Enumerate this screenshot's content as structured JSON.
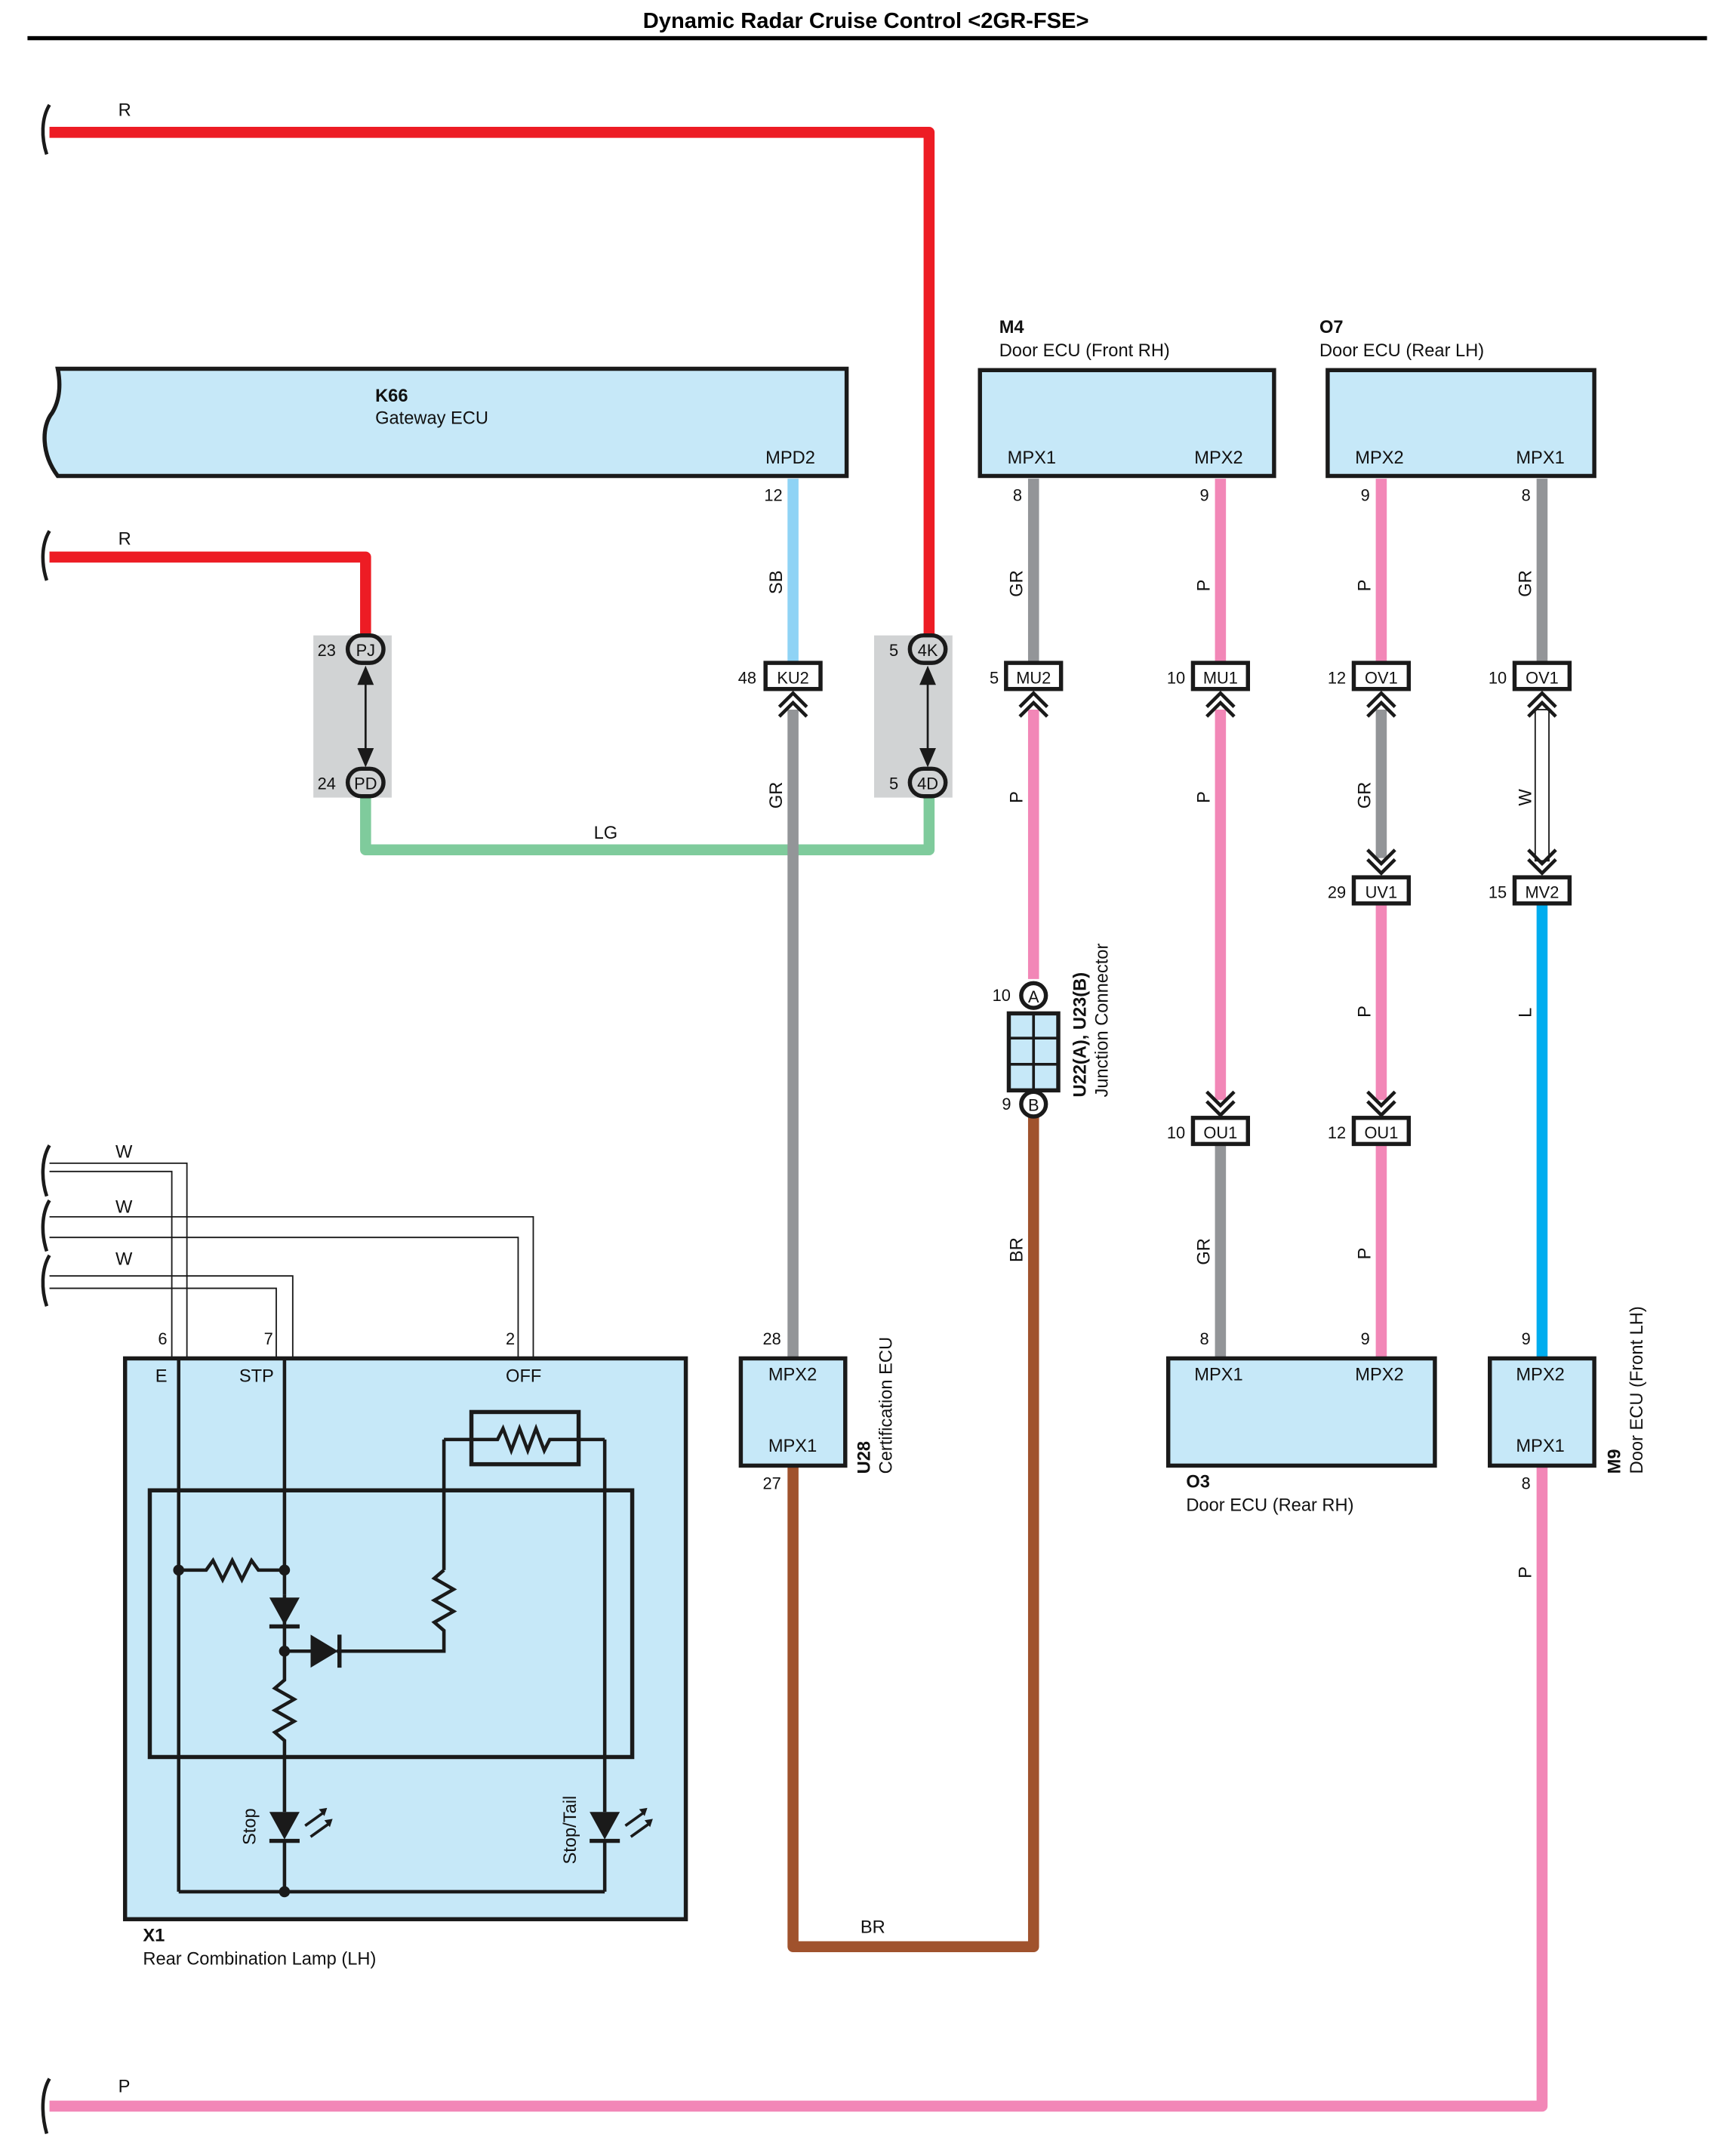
{
  "title": "Dynamic Radar Cruise Control <2GR-FSE>",
  "colors": {
    "R": "#ed1c24",
    "P": "#f287b7",
    "GR": "#939598",
    "SB": "#8fd3f5",
    "LG": "#7fcb9c",
    "BR": "#a0522d",
    "L": "#00adef",
    "W": "#ffffff",
    "ecu_fill": "#c6e8f8",
    "junction_block": "#d1d3d4"
  },
  "components": {
    "k66": {
      "id": "K66",
      "name": "Gateway ECU",
      "terminal": "MPD2",
      "pin": "12"
    },
    "m4": {
      "id": "M4",
      "name": "Door ECU (Front RH)",
      "terminals": [
        "MPX1",
        "MPX2"
      ],
      "pins": [
        "8",
        "9"
      ]
    },
    "o7": {
      "id": "O7",
      "name": "Door ECU (Rear LH)",
      "terminals": [
        "MPX2",
        "MPX1"
      ],
      "pins": [
        "9",
        "8"
      ]
    },
    "u28": {
      "id": "U28",
      "name": "Certification ECU",
      "terminals": [
        "MPX2",
        "MPX1"
      ],
      "pins": [
        "28",
        "27"
      ]
    },
    "o3": {
      "id": "O3",
      "name": "Door ECU (Rear RH)",
      "terminals": [
        "MPX1",
        "MPX2"
      ],
      "pins": [
        "8",
        "9"
      ]
    },
    "m9": {
      "id": "M9",
      "name": "Door ECU (Front LH)",
      "terminals": [
        "MPX2",
        "MPX1"
      ],
      "pins": [
        "9",
        "8"
      ]
    },
    "x1": {
      "id": "X1",
      "name": "Rear Combination Lamp (LH)",
      "terminals": [
        "E",
        "STP",
        "OFF"
      ],
      "pins": [
        "6",
        "7",
        "2"
      ],
      "lamps": [
        "Stop",
        "Stop/Tail"
      ]
    },
    "u22": {
      "id": "U22(A), U23(B)",
      "name": "Junction Connector",
      "pins": [
        {
          "pin": "10",
          "tag": "A"
        },
        {
          "pin": "9",
          "tag": "B"
        }
      ]
    }
  },
  "connectors": {
    "pj": {
      "pin": "23",
      "name": "PJ"
    },
    "pd": {
      "pin": "24",
      "name": "PD"
    },
    "k4": {
      "pin": "5",
      "name": "4K"
    },
    "d4": {
      "pin": "5",
      "name": "4D"
    },
    "ku2": {
      "pin": "48",
      "name": "KU2"
    },
    "mu2": {
      "pin": "5",
      "name": "MU2"
    },
    "mu1": {
      "pin": "10",
      "name": "MU1"
    },
    "ov1a": {
      "pin": "12",
      "name": "OV1"
    },
    "ov1b": {
      "pin": "10",
      "name": "OV1"
    },
    "uv1": {
      "pin": "29",
      "name": "UV1"
    },
    "mv2": {
      "pin": "15",
      "name": "MV2"
    },
    "ou1a": {
      "pin": "10",
      "name": "OU1"
    },
    "ou1b": {
      "pin": "12",
      "name": "OU1"
    }
  },
  "wire_labels": {
    "r_top": "R",
    "r_mid": "R",
    "lg": "LG",
    "sb": "SB",
    "gr_ku2": "GR",
    "gr_m4": "GR",
    "p_m4": "P",
    "p_o7": "P",
    "gr_o7": "GR",
    "p_mu2": "P",
    "p_mu1": "P",
    "gr_ov1": "GR",
    "w_ov1": "W",
    "p_uv1": "P",
    "l_mv2": "L",
    "br_u22": "BR",
    "gr_ou1": "GR",
    "p_ou1": "P",
    "p_m9": "P",
    "br_bottom": "BR",
    "p_bottom": "P",
    "w1": "W",
    "w2": "W",
    "w3": "W"
  }
}
